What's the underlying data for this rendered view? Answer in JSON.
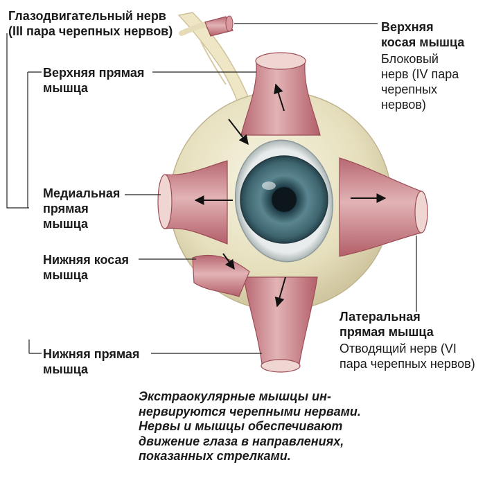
{
  "labels": {
    "oculomotor": "Глазодвигательный нерв\n(III пара черепных нервов)",
    "superior_rectus": "Верхняя прямая\nмышца",
    "medial_rectus": "Медиальная\nпрямая\nмышца",
    "inferior_oblique": "Нижняя косая\nмышца",
    "inferior_rectus": "Нижняя прямая\nмышца",
    "superior_oblique_title": "Верхняя\nкосая мышца",
    "trochlear_nerve": "Блоковый\nнерв (IV пара\nчерепных\nнервов)",
    "lateral_rectus_title": "Латеральная\nпрямая мышца",
    "abducens_nerve": "Отводящий нерв (VI\nпара черепных нервов)"
  },
  "caption": "Экстраокулярные мышцы ин-\nнервируются черепными нервами.\nНервы и мышцы обеспечивают\nдвижение глаза в направлениях,\nпоказанных стрелками.",
  "colors": {
    "muscle": "#c98a92",
    "muscle_dark": "#a9565f",
    "sclera": "#ece6c8",
    "iris": "#4d7480",
    "pupil": "#13232a",
    "nerve": "#efe6c6"
  }
}
